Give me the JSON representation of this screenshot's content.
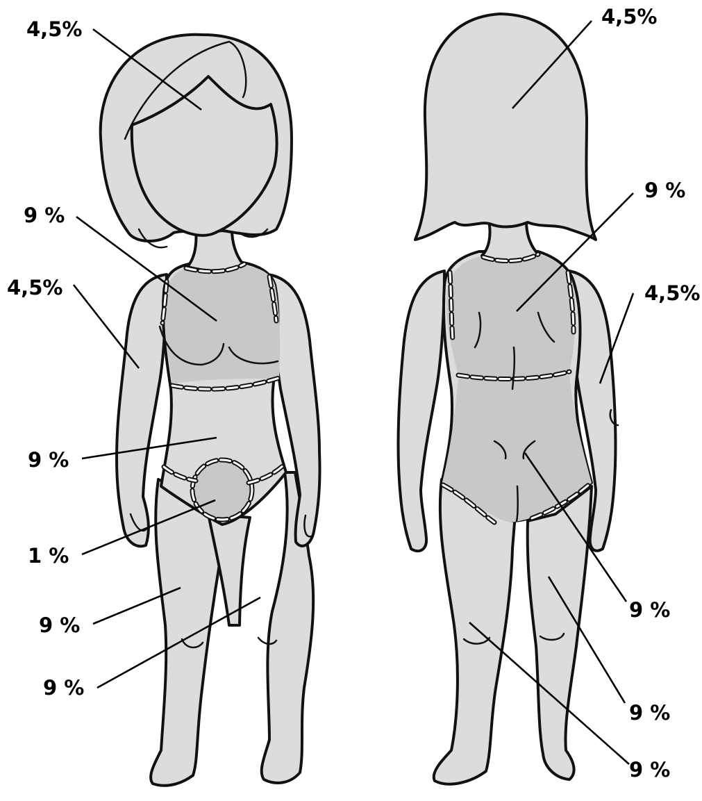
{
  "labels": {
    "front_head": "4,5%",
    "front_chest": "9 %",
    "front_arm": "4,5%",
    "front_abdomen": "9 %",
    "front_genitals": "1 %",
    "front_leg_right": "9 %",
    "front_leg_left": "9 %",
    "back_head": "4,5%",
    "back_upper": "9 %",
    "back_arm": "4,5%",
    "back_lower": "9 %",
    "back_leg_left": "9 %",
    "back_leg_right": "9 %"
  },
  "colors": {
    "skin": "#dcdcdc",
    "region_highlight": "#c8c8c8",
    "outline": "#111111",
    "text": "#000000"
  }
}
